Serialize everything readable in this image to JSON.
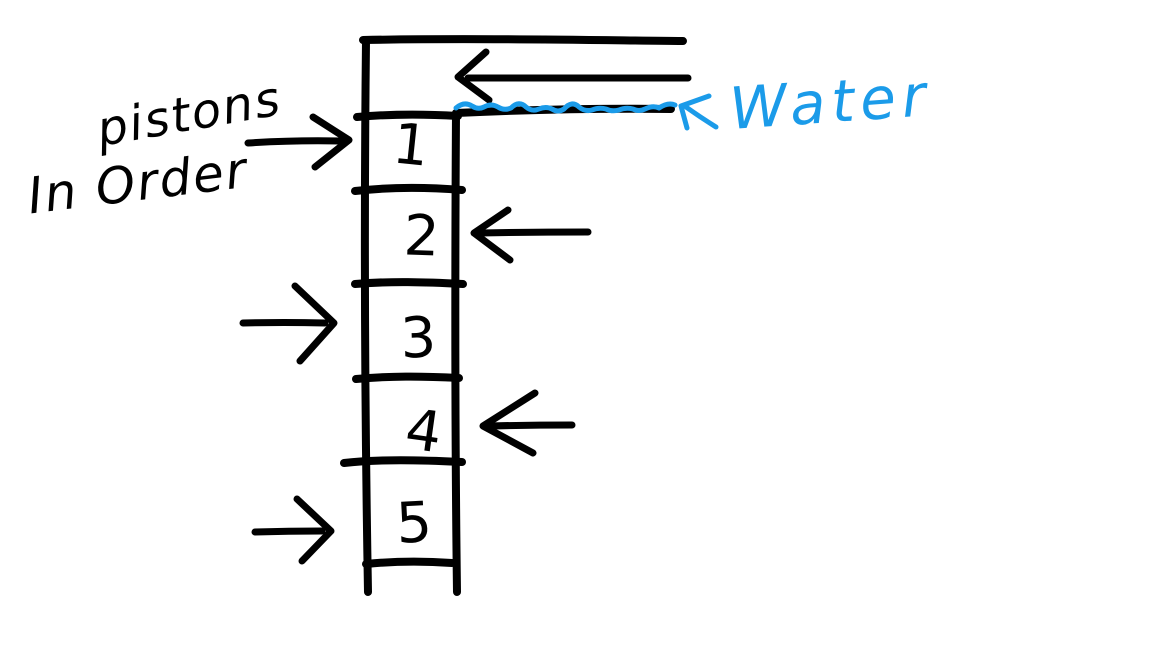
{
  "colors": {
    "ink": "#000000",
    "water": "#1b9be9",
    "background": "#ffffff"
  },
  "labels": {
    "pistons_line1": "pistons",
    "pistons_line2": "In Order",
    "water": "Water"
  },
  "column": {
    "cells": [
      {
        "label": "1"
      },
      {
        "label": "2"
      },
      {
        "label": "3"
      },
      {
        "label": "4"
      },
      {
        "label": "5"
      }
    ]
  },
  "arrows": [
    {
      "direction": "right",
      "target": "cell-1"
    },
    {
      "direction": "left",
      "target": "cell-2"
    },
    {
      "direction": "right",
      "target": "cell-3"
    },
    {
      "direction": "left",
      "target": "cell-4"
    },
    {
      "direction": "right",
      "target": "cell-5"
    },
    {
      "direction": "left",
      "target": "top-channel"
    },
    {
      "direction": "up-left",
      "target": "water-line"
    }
  ]
}
